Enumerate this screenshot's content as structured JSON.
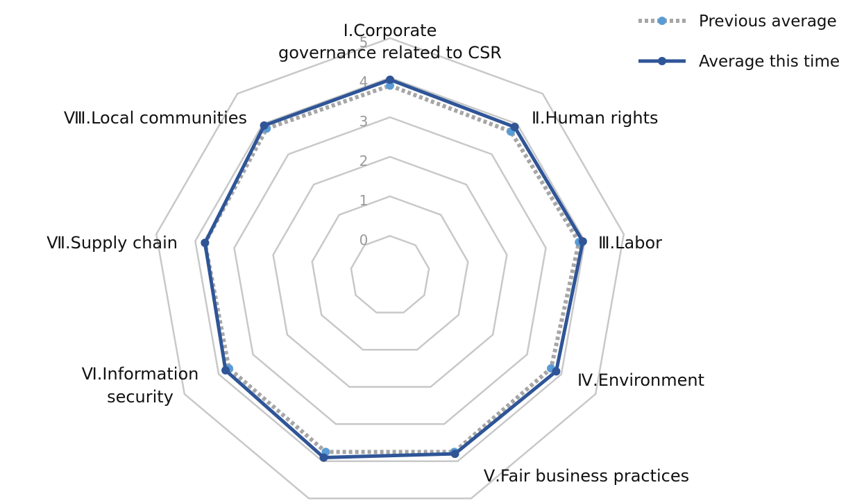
{
  "chart_data": {
    "type": "radar",
    "r_range": [
      0,
      5
    ],
    "ticks": [
      "0",
      "1",
      "2",
      "3",
      "4",
      "5"
    ],
    "categories": [
      [
        "Ⅰ.Corporate",
        "governance related to CSR"
      ],
      [
        "Ⅱ.Human rights"
      ],
      [
        "Ⅲ.Labor"
      ],
      [
        "Ⅳ.Environment"
      ],
      [
        "Ⅴ.Fair business practices"
      ],
      [
        "Ⅵ.Information",
        "security"
      ],
      [
        "Ⅶ.Supply chain"
      ],
      [
        "Ⅷ.Local communities"
      ]
    ],
    "series": [
      {
        "name": "Previous average",
        "style": "dotted",
        "line_color": "#a6a6a6",
        "marker_color": "#5b9bd5",
        "values": [
          3.8,
          3.75,
          3.85,
          3.7,
          3.75,
          3.75,
          3.7,
          3.75,
          3.85
        ]
      },
      {
        "name": "Average this time",
        "style": "solid",
        "line_color": "#2f5597",
        "marker_color": "#2f5597",
        "values": [
          3.95,
          3.9,
          3.95,
          3.85,
          3.8,
          3.9,
          3.8,
          3.75,
          3.95
        ]
      }
    ],
    "grid": true,
    "grid_color": "#c8c8c8",
    "legend_position": "top-right"
  }
}
